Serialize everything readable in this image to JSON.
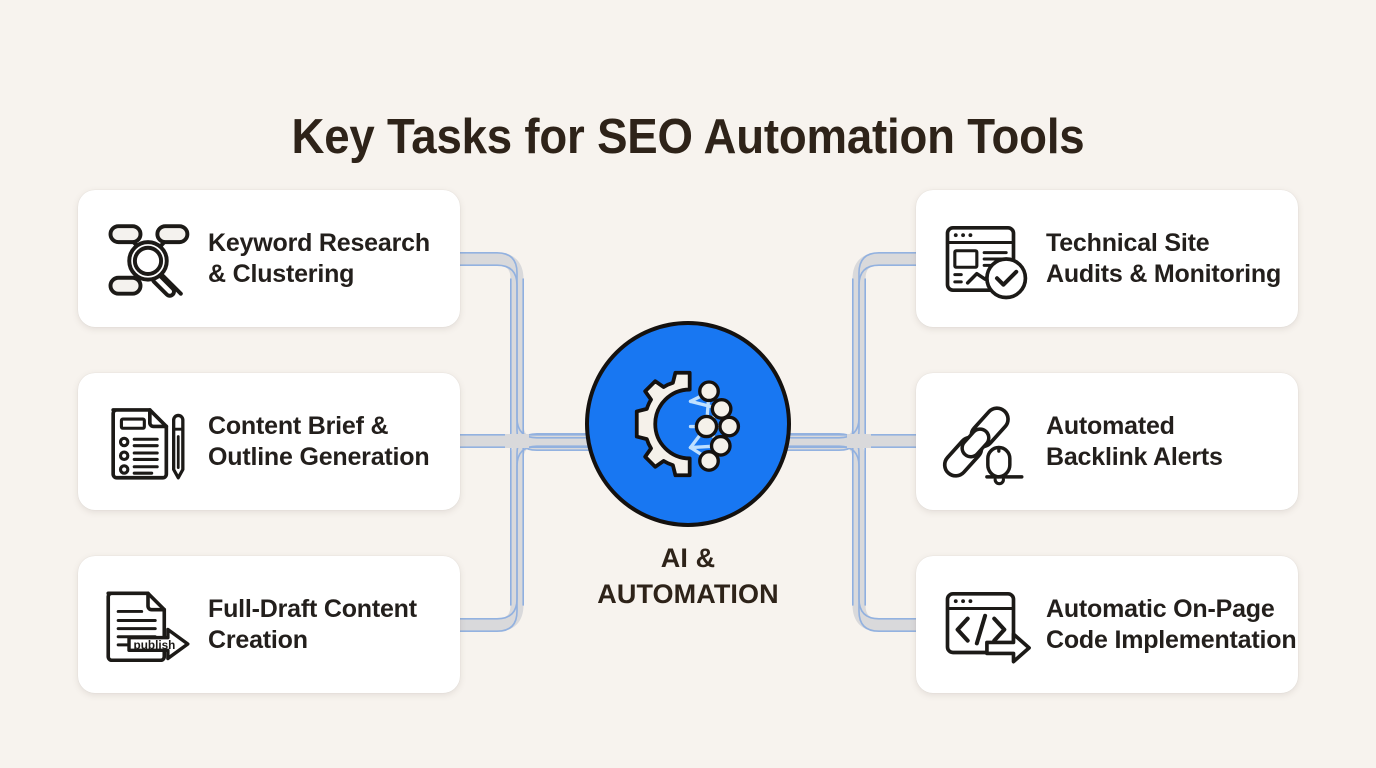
{
  "page": {
    "title": "Key Tasks for SEO Automation Tools",
    "background_color": "#f7f3ee",
    "title_color": "#2e2319"
  },
  "hub": {
    "label": "AI &\nAUTOMATION",
    "icon": "gear-neural-network-icon",
    "circle_color": "#1877f2",
    "icon_color": "#f5f1ea",
    "outline_color": "#14110f",
    "label_color": "#2e2319"
  },
  "connectors": {
    "pipe_color": "#d9d9db",
    "edge_color": "#8fafe0"
  },
  "cards": {
    "left": [
      {
        "id": "keyword-research",
        "label": "Keyword Research\n& Clustering",
        "icon": "keyword-cluster-magnifier-icon"
      },
      {
        "id": "content-brief",
        "label": "Content Brief &\nOutline Generation",
        "icon": "checklist-document-pen-icon"
      },
      {
        "id": "full-draft-content",
        "label": "Full-Draft Content\nCreation",
        "icon": "document-publish-arrow-icon",
        "icon_text": "publish"
      }
    ],
    "right": [
      {
        "id": "technical-site-audits",
        "label": "Technical Site\nAudits & Monitoring",
        "icon": "browser-analytics-check-icon"
      },
      {
        "id": "automated-backlink-alerts",
        "label": "Automated\nBacklink Alerts",
        "icon": "chain-link-bell-icon"
      },
      {
        "id": "automatic-on-page-code",
        "label": "Automatic On-Page\nCode Implementation",
        "icon": "browser-code-arrow-icon"
      }
    ]
  }
}
